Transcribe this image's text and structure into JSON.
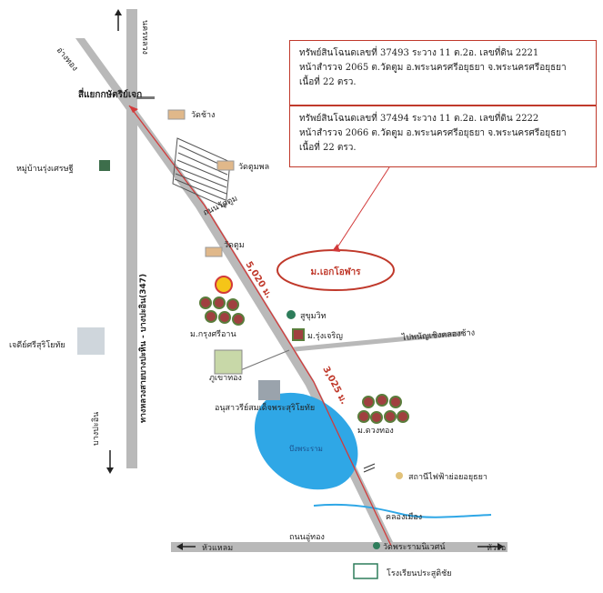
{
  "title_project": "ม.เอกโอฬาร",
  "property_1": {
    "line1": "ทรัพย์สินโฉนดเลขที่ 37493 ระวาง 11 ต.2อ. เลขที่ดิน 2221",
    "line2": "หน้าสำรวจ 2065 ต.วัดตูม อ.พระนครศรีอยุธยา จ.พระนครศรีอยุธยา",
    "line3": "เนื้อที่ 22 ตรว."
  },
  "property_2": {
    "line1": "ทรัพย์สินโฉนดเลขที่ 37494 ระวาง 11 ต.2อ. เลขที่ดิน 2222",
    "line2": "หน้าสำรวจ 2066 ต.วัดตูม อ.พระนครศรีอยุธยา จ.พระนครศรีอยุธยา",
    "line3": "เนื้อที่ 22 ตรว."
  },
  "roads": {
    "main_vertical": "ทางหลวงสายบางปะหิน - บางปะอิน(347)",
    "bottom_road": "ถนนอู่ทอง",
    "right_branch": "ไปพนัญเชิงคลองช้าง",
    "to_top": "นครหลวง",
    "to_bottom": "บางปะอิน",
    "to_top_left": "อ่างทอง",
    "bottom_left": "หัวแหลม",
    "bottom_right": "หัวรอ"
  },
  "distances": {
    "d1": "5,020 ม.",
    "d2": "3,025 ม."
  },
  "landmarks": {
    "intersection": "สี่แยกกษัตริย์เจก",
    "wat_chang": "วัดช้าง",
    "wat_tum_phon": "วัดตูมพล",
    "wat_tum_road": "ถนนวัดตูม",
    "wat_tum": "วัดตูม",
    "village_rung": "หมู่บ้านรุ่งเศรษฐี",
    "shell": "Shell",
    "krung_sri_an": "ม.กรุงศรีอาน",
    "khu_khan": "สูขุมวิท",
    "rung_charoen": "ม.รุ่งเจริญ",
    "phu_khao_thong": "ภูเขาทอง",
    "monument": "อนุสาวรีย์สมเด็จพระสุริโยทัย",
    "suriyothai": "เจดีย์ศรีสุริโยทัย",
    "duang_thong": "ม.ดวงทอง",
    "lake": "บึงพระราม",
    "power": "สถานีไฟฟ้าย่อยอยุธยา",
    "canal": "คลองเมือง",
    "temple_bottom": "วัดพระรามนิเวศน์",
    "school": "โรงเรียนประสูติชัย"
  },
  "colors": {
    "road": "#b9b9b9",
    "route": "#d23a3a",
    "lake": "#2fa7e6",
    "canal": "#2fa7e6",
    "project_border": "#c0392b"
  }
}
